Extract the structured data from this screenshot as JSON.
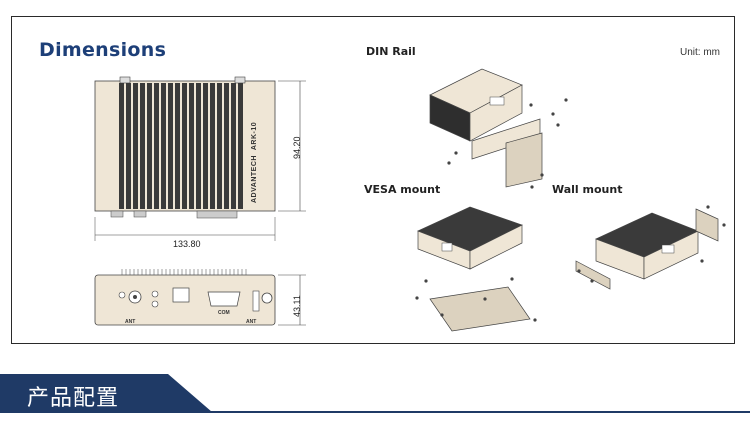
{
  "header": {
    "title": "Dimensions",
    "unit": "Unit: mm"
  },
  "views": {
    "din_rail": "DIN Rail",
    "vesa_mount": "VESA mount",
    "wall_mount": "Wall mount"
  },
  "dimensions": {
    "width": "133.80",
    "depth": "94.20",
    "height": "43.11"
  },
  "device": {
    "brand": "ADVANTECH",
    "model": "ARK-10"
  },
  "ports": {
    "ant_left": "ANT",
    "com": "COM",
    "ant_right": "ANT"
  },
  "banner": {
    "text": "产品配置",
    "color": "#1f3a66"
  }
}
